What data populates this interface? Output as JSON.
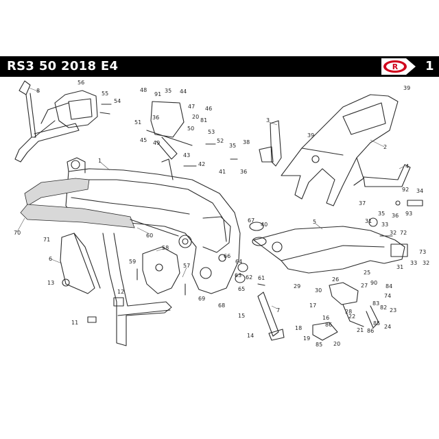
{
  "header": {
    "title": "RS3 50 2018 E4",
    "page_number": "1",
    "logo_letter": "R",
    "bar_color": "#000000",
    "logo_color": "#d0021b"
  },
  "callouts": [
    "1",
    "2",
    "3",
    "4",
    "5",
    "6",
    "7",
    "8",
    "11",
    "12",
    "13",
    "14",
    "15",
    "16",
    "17",
    "18",
    "19",
    "20",
    "20",
    "21",
    "22",
    "23",
    "24",
    "25",
    "26",
    "27",
    "28",
    "29",
    "30",
    "31",
    "31",
    "32",
    "32",
    "33",
    "33",
    "34",
    "35",
    "35",
    "35",
    "36",
    "36",
    "36",
    "37",
    "38",
    "39",
    "39",
    "40",
    "41",
    "42",
    "43",
    "44",
    "45",
    "46",
    "47",
    "48",
    "49",
    "50",
    "51",
    "52",
    "53",
    "54",
    "55",
    "56",
    "57",
    "58",
    "59",
    "60",
    "61",
    "62",
    "63",
    "64",
    "65",
    "66",
    "67",
    "68",
    "69",
    "70",
    "71",
    "72",
    "73",
    "74",
    "81",
    "82",
    "83",
    "84",
    "85",
    "85",
    "86",
    "86",
    "90",
    "91",
    "92",
    "93"
  ]
}
